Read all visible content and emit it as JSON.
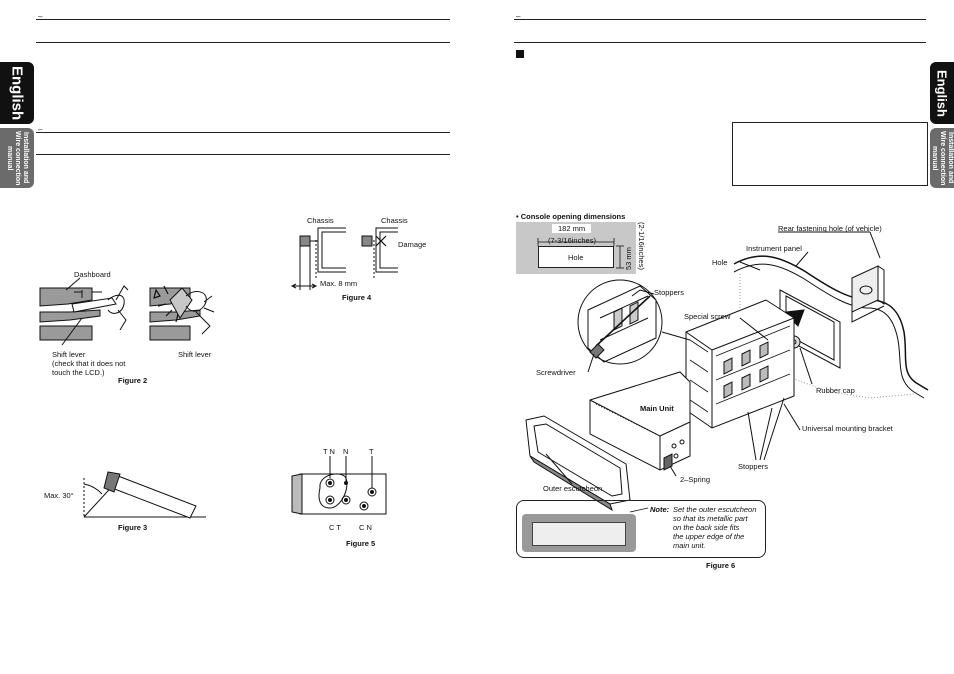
{
  "left_page": {
    "header_dash": "–",
    "section2_dash": "–",
    "tab_language": "English",
    "tab_section": "Installation and Wire connection manual",
    "figure2": {
      "dashboard": "Dashboard",
      "shift_lever_note": [
        "Shift lever",
        "(check that it does not",
        "touch the LCD.)"
      ],
      "shift_lever": "Shift lever",
      "caption": "Figure 2"
    },
    "figure3": {
      "angle": "Max. 30°",
      "caption": "Figure 3"
    },
    "figure4": {
      "chassis_left": "Chassis",
      "chassis_right": "Chassis",
      "damage": "Damage",
      "max": "Max. 8 mm",
      "caption": "Figure 4"
    },
    "figure5": {
      "top_labels": [
        "T N",
        "N",
        "T"
      ],
      "bottom_labels": [
        "C T",
        "C N"
      ],
      "caption": "Figure 5"
    }
  },
  "right_page": {
    "header_dash": "–",
    "tab_language": "English",
    "tab_section": "Installation and Wire connection manual",
    "figure6": {
      "console_title": "• Console opening dimensions",
      "width_mm": "182 mm",
      "width_in": "(7-3/16inches)",
      "hole": "Hole",
      "height_mm": "53 mm",
      "height_in": "(2-1/16inches)",
      "rear_hole": "Rear fastening hole (of vehicle)",
      "instrument_panel": "Instrument panel",
      "hole_label": "Hole",
      "stoppers_top": "Stoppers",
      "special_screw": "Special screw",
      "screwdriver": "Screwdriver",
      "rubber_cap": "Rubber cap",
      "main_unit": "Main Unit",
      "bracket": "Universal mounting bracket",
      "spring": "2–Spring",
      "stoppers_bottom": "Stoppers",
      "escutcheon": "Outer escutcheon",
      "note_label": "Note:",
      "note_text": [
        "Set the outer escutcheon",
        "so that its metallic part",
        "on the back side fits",
        "the upper edge of the",
        "main unit."
      ],
      "caption": "Figure 6"
    }
  }
}
